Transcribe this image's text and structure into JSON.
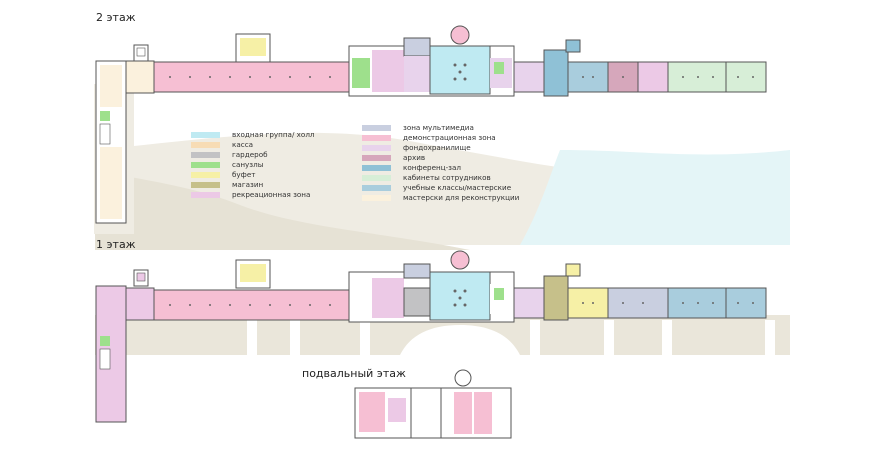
{
  "floors": {
    "floor2": "2 этаж",
    "floor1": "1 этаж",
    "basement": "подвальный этаж"
  },
  "legend_left": [
    {
      "label": "входная группа/ холл",
      "color": "#bfeaf2"
    },
    {
      "label": "касса",
      "color": "#f7dcb5"
    },
    {
      "label": "гардероб",
      "color": "#c2c2c4"
    },
    {
      "label": "санузлы",
      "color": "#9ee08c"
    },
    {
      "label": "буфет",
      "color": "#f6f0a6"
    },
    {
      "label": "магазин",
      "color": "#c6c08a"
    },
    {
      "label": "рекреационная зона",
      "color": "#ecc9e6"
    }
  ],
  "legend_right": [
    {
      "label": "зона мультимедиа",
      "color": "#c9cfe0"
    },
    {
      "label": "демонстрационная зона",
      "color": "#f6bfd3"
    },
    {
      "label": "фондохранилище",
      "color": "#e8d3ec"
    },
    {
      "label": "архив",
      "color": "#d6a7bb"
    },
    {
      "label": "конференц-зал",
      "color": "#8fc1d6"
    },
    {
      "label": "кабинеты сотрудников",
      "color": "#d7eed7"
    },
    {
      "label": "учебные классы/мастерские",
      "color": "#a9cddd"
    },
    {
      "label": "мастерски для реконструкции",
      "color": "#fbf1dd"
    }
  ]
}
